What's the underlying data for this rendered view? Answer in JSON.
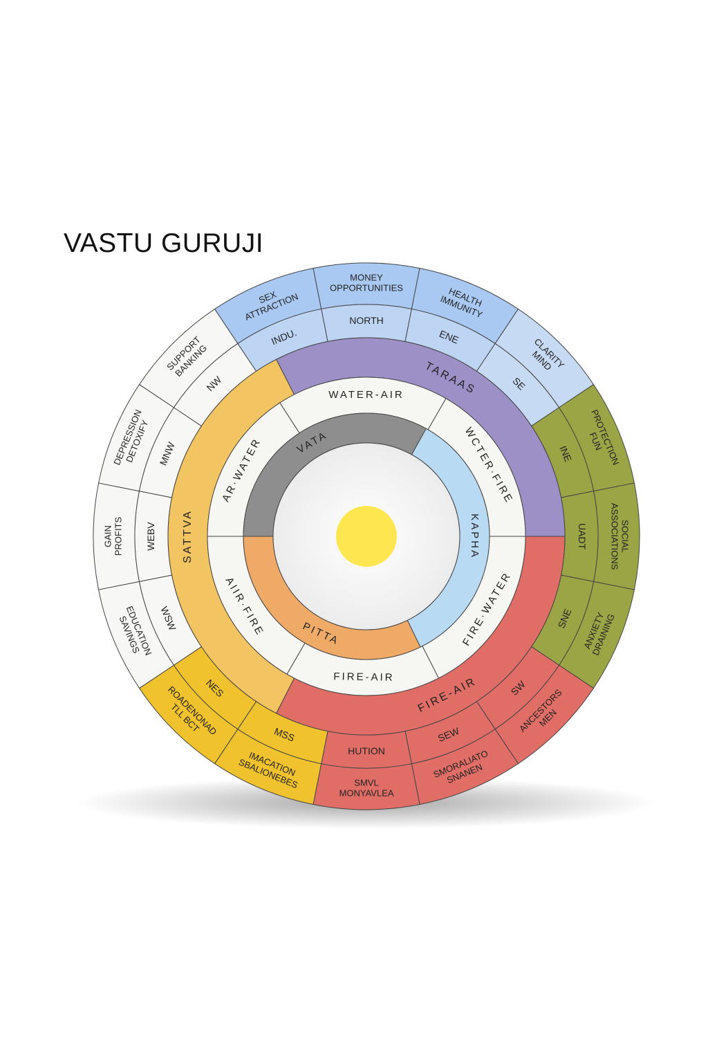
{
  "title": "VASTU GURUJI",
  "colors": {
    "blue_outer": "#a9c9f2",
    "blue_inner": "#bdd5f3",
    "blue_light": "#c6daf3",
    "olive": "#9ba545",
    "red": "#e06e66",
    "yellow": "#f0c22e",
    "white": "#f7f7f5",
    "sattva": "#f2c462",
    "tamas": "#9c90c6",
    "rajas": "#e06e66",
    "element": "#f6f6f3",
    "vata": "#8e8e8e",
    "kapha": "#b9daf3",
    "pitta": "#f0aa68",
    "sun": "#fde64f"
  },
  "segments": [
    {
      "outer": [
        "MONEY",
        "OPPORTUNITIES"
      ],
      "direction": "NORTH",
      "color_outer": "blue_outer",
      "color_inner": "blue_inner"
    },
    {
      "outer": [
        "HEALTH",
        "IMMUNITY"
      ],
      "direction": "ENE",
      "color_outer": "blue_outer",
      "color_inner": "blue_inner"
    },
    {
      "outer": [
        "CLARITY",
        "MIND"
      ],
      "direction": "SE",
      "color_outer": "blue_light",
      "color_inner": "blue_light"
    },
    {
      "outer": [
        "PROTECTION",
        "FUN"
      ],
      "direction": "INE",
      "color_outer": "olive",
      "color_inner": "olive"
    },
    {
      "outer": [
        "SOCIAL",
        "ASSOCIATIONS"
      ],
      "direction": "UADT",
      "color_outer": "olive",
      "color_inner": "olive"
    },
    {
      "outer": [
        "ANXIETY",
        "DRAINING"
      ],
      "direction": "SNE",
      "color_outer": "olive",
      "color_inner": "olive"
    },
    {
      "outer": [
        "ANCESTORS",
        "MEN"
      ],
      "direction": "SW",
      "color_outer": "red",
      "color_inner": "red"
    },
    {
      "outer": [
        "SMORALIATO",
        "SNANEN"
      ],
      "direction": "SEW",
      "color_outer": "red",
      "color_inner": "red"
    },
    {
      "outer": [
        "SMVL",
        "MONYAVLEA"
      ],
      "direction": "HUTION",
      "color_outer": "red",
      "color_inner": "red"
    },
    {
      "outer": [
        "IMACATION",
        "SBALIONEBES"
      ],
      "direction": "MSS",
      "color_outer": "yellow",
      "color_inner": "yellow"
    },
    {
      "outer": [
        "ROADENONAD",
        "TLL BCT"
      ],
      "direction": "NES",
      "color_outer": "yellow",
      "color_inner": "yellow"
    },
    {
      "outer": [
        "EDUCATION",
        "SAVINGS"
      ],
      "direction": "WSW",
      "color_outer": "white",
      "color_inner": "white"
    },
    {
      "outer": [
        "GAIN",
        "PROFITS"
      ],
      "direction": "WEBV",
      "color_outer": "white",
      "color_inner": "white"
    },
    {
      "outer": [
        "DEPRESSION",
        "DETOXIFY"
      ],
      "direction": "MNW",
      "color_outer": "white",
      "color_inner": "white"
    },
    {
      "outer": [
        "SUPPORT",
        "BANKING"
      ],
      "direction": "NW",
      "color_outer": "white",
      "color_inner": "white"
    },
    {
      "outer": [
        "SEX",
        "ATTRACTION"
      ],
      "direction": "INDU.",
      "color_outer": "blue_outer",
      "color_inner": "blue_inner"
    }
  ],
  "gunas": [
    {
      "label": "SATTVA",
      "from": 207,
      "to": 333,
      "color": "sattva",
      "at": 270
    },
    {
      "label": "TARAAS",
      "from": 333,
      "to": 450,
      "color": "tamas",
      "at": 28
    },
    {
      "label": "FIRE-AIR",
      "from": 90,
      "to": 207,
      "color": "rajas",
      "at": 153
    }
  ],
  "elements": [
    {
      "label": "WATER-AIR",
      "from": -33,
      "to": 30,
      "at": 0
    },
    {
      "label": "WCTER·FIRE",
      "from": 30,
      "to": 90,
      "at": 60
    },
    {
      "label": "FIRE·WATER",
      "from": 90,
      "to": 153,
      "at": 121
    },
    {
      "label": "FIRE-AIR",
      "from": 153,
      "to": 210,
      "at": 181
    },
    {
      "label": "AIIR·FIRE",
      "from": 210,
      "to": 270,
      "at": 240
    },
    {
      "label": "AR·WATER",
      "from": 270,
      "to": 327,
      "at": 298
    }
  ],
  "doshas": [
    {
      "label": "VATA",
      "from": 270,
      "to": 389,
      "color": "vata",
      "at": 330
    },
    {
      "label": "KAPHA",
      "from": 29,
      "to": 154,
      "color": "kapha",
      "at": 90
    },
    {
      "label": "PITTA",
      "from": 154,
      "to": 270,
      "color": "pitta",
      "at": 205
    }
  ]
}
